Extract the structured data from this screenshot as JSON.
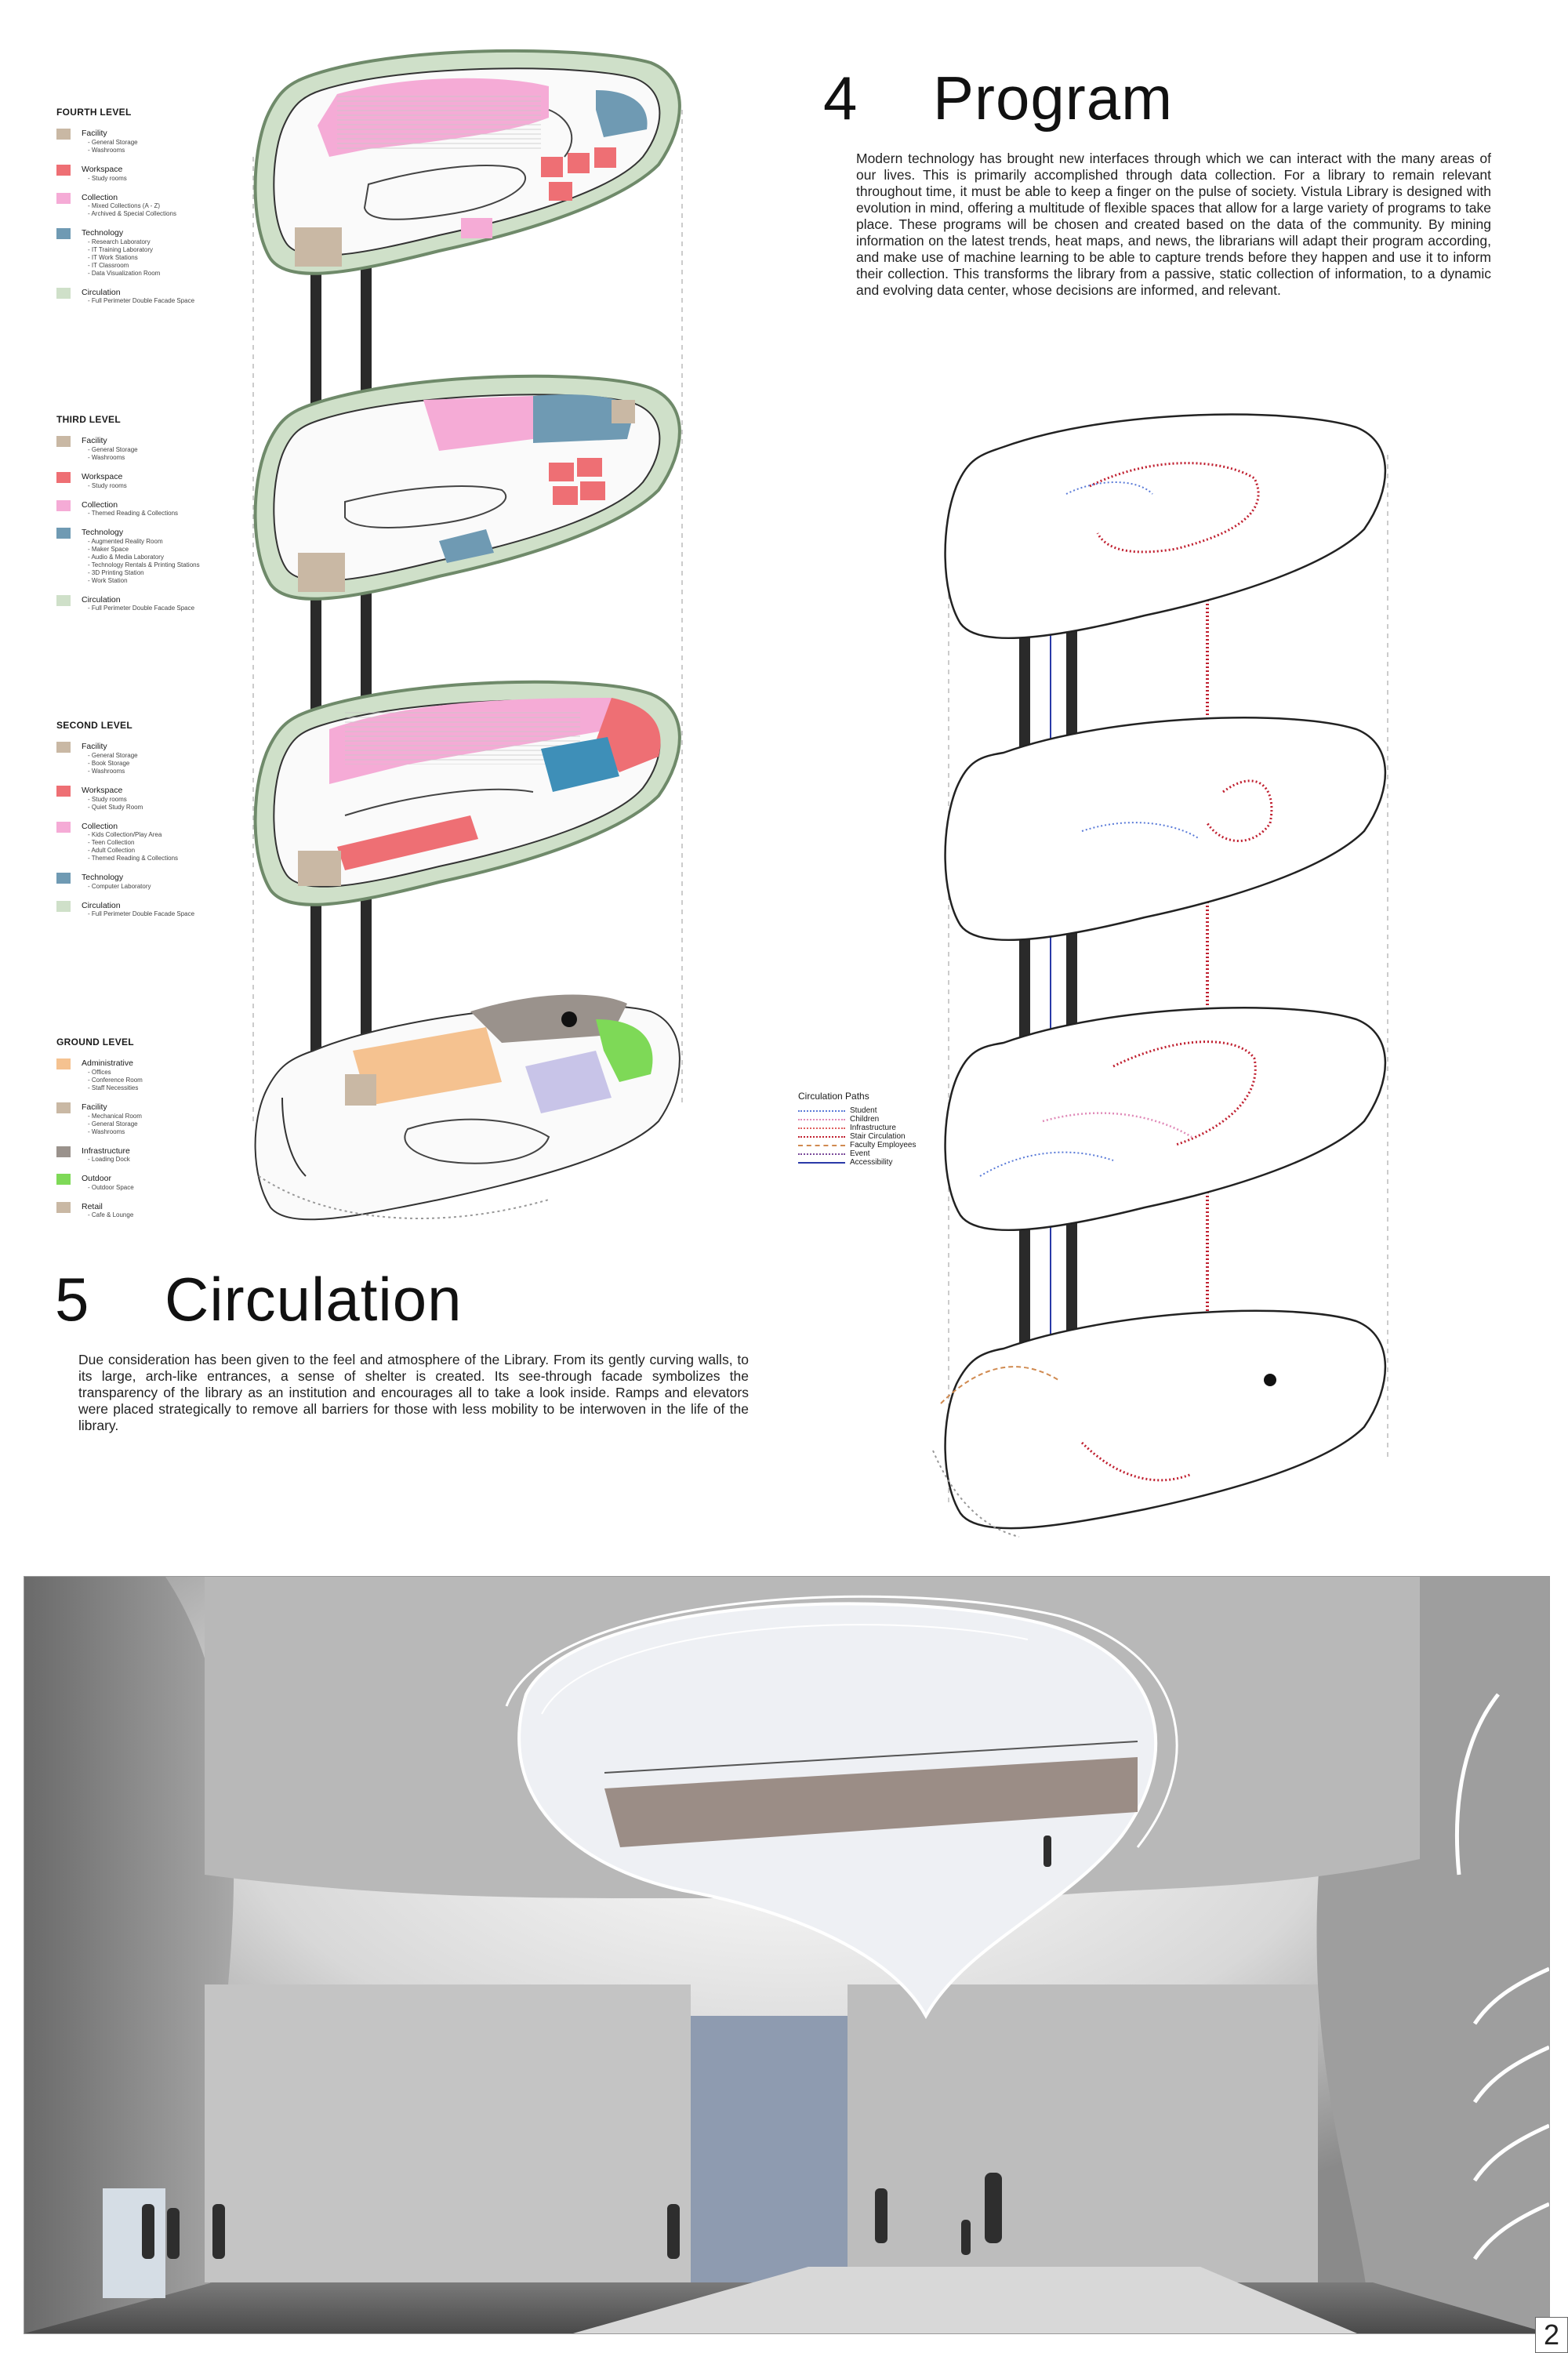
{
  "sections": {
    "program": {
      "number": "4",
      "title": "Program",
      "text": "Modern technology has brought new interfaces through which we can interact with the many areas of our lives. This is primarily accomplished through data collection. For a library to remain relevant throughout time, it must be able to keep a finger on the pulse of society. Vistula Library is designed with evolution in mind, offering a multitude of flexible spaces that allow for a large variety of programs to take place. These programs will be chosen and created based on the data of the community. By mining information on the latest trends, heat maps, and news, the librarians will adapt their program according, and make use of machine learning to be able to capture trends before they happen and use it to inform their collection. This transforms the library from a passive, static collection of information, to a dynamic and evolving data center, whose decisions are informed, and relevant."
    },
    "circulation": {
      "number": "5",
      "title": "Circulation",
      "text": "Due consideration has been given to the feel and atmosphere of the Library. From its gently curving walls, to its large, arch-like entrances, a sense of shelter is created. Its see-through facade symbolizes the transparency of the library as an institution and encourages all to take a look inside. Ramps and elevators were placed strategically to remove all barriers for those with less mobility to be interwoven in the life of the library."
    }
  },
  "legends": [
    {
      "level": "FOURTH LEVEL",
      "categories": [
        {
          "name": "Facility",
          "color": "#c9b8a4",
          "items": "- General Storage\n- Washrooms"
        },
        {
          "name": "Workspace",
          "color": "#ee6f74",
          "items": "- Study rooms"
        },
        {
          "name": "Collection",
          "color": "#f5abd6",
          "items": "- Mixed Collections (A - Z)\n- Archived & Special Collections"
        },
        {
          "name": "Technology",
          "color": "#6f9ab3",
          "items": "- Research Laboratory\n- IT Training Laboratory\n- IT Work Stations\n- IT Classroom\n- Data Visualization Room"
        },
        {
          "name": "Circulation",
          "color": "#cfe0c9",
          "items": "- Full Perimeter Double Facade Space"
        }
      ]
    },
    {
      "level": "THIRD LEVEL",
      "categories": [
        {
          "name": "Facility",
          "color": "#c9b8a4",
          "items": "- General Storage\n- Washrooms"
        },
        {
          "name": "Workspace",
          "color": "#ee6f74",
          "items": "- Study rooms"
        },
        {
          "name": "Collection",
          "color": "#f5abd6",
          "items": "- Themed Reading & Collections"
        },
        {
          "name": "Technology",
          "color": "#6f9ab3",
          "items": "- Augmented Reality Room\n- Maker Space\n- Audio & Media Laboratory\n- Technology Rentals & Printing Stations\n- 3D Printing Station\n- Work Station"
        },
        {
          "name": "Circulation",
          "color": "#cfe0c9",
          "items": "- Full Perimeter Double Facade Space"
        }
      ]
    },
    {
      "level": "SECOND LEVEL",
      "categories": [
        {
          "name": "Facility",
          "color": "#c9b8a4",
          "items": "- General Storage\n- Book Storage\n- Washrooms"
        },
        {
          "name": "Workspace",
          "color": "#ee6f74",
          "items": "- Study rooms\n- Quiet Study Room"
        },
        {
          "name": "Collection",
          "color": "#f5abd6",
          "items": "- Kids Collection/Play Area\n- Teen Collection\n- Adult Collection\n- Themed Reading & Collections"
        },
        {
          "name": "Technology",
          "color": "#6f9ab3",
          "items": "- Computer Laboratory"
        },
        {
          "name": "Circulation",
          "color": "#cfe0c9",
          "items": "- Full Perimeter Double Facade Space"
        }
      ]
    },
    {
      "level": "GROUND LEVEL",
      "categories": [
        {
          "name": "Administrative",
          "color": "#f5c290",
          "items": "- Offices\n- Conference Room\n- Staff Necessities"
        },
        {
          "name": "Facility",
          "color": "#c9b8a4",
          "items": "- Mechanical Room\n- General Storage\n- Washrooms"
        },
        {
          "name": "Infrastructure",
          "color": "#9a928c",
          "items": "- Loading Dock"
        },
        {
          "name": "Outdoor",
          "color": "#7ed957",
          "items": "- Outdoor Space"
        },
        {
          "name": "Retail",
          "color": "#c9b8a4",
          "items": "- Cafe & Lounge"
        }
      ]
    }
  ],
  "circulation_legend": {
    "title": "Circulation Paths",
    "paths": [
      {
        "name": "Student",
        "color": "#5a7bd8",
        "style": "dotted"
      },
      {
        "name": "Children",
        "color": "#e08ab8",
        "style": "dotted"
      },
      {
        "name": "Infrastructure",
        "color": "#e06060",
        "style": "dotted"
      },
      {
        "name": "Stair Circulation",
        "color": "#c02030",
        "style": "dotted"
      },
      {
        "name": "Faculty Employees",
        "color": "#d08a50",
        "style": "dashed"
      },
      {
        "name": "Event",
        "color": "#7a4a9a",
        "style": "dotted"
      },
      {
        "name": "Accessibility",
        "color": "#2a3aa8",
        "style": "solid"
      }
    ]
  },
  "page_number": "2"
}
